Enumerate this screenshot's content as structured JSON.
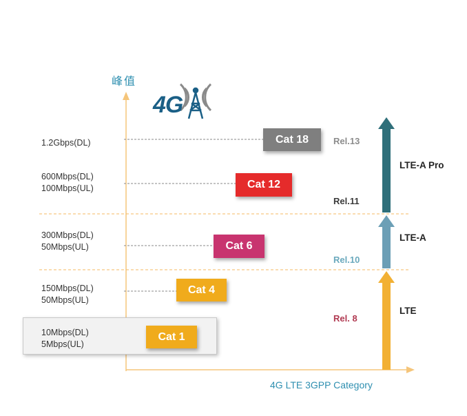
{
  "y_axis_label": "峰值",
  "x_axis_label": "4G LTE 3GPP Category",
  "logo_text": "4G",
  "highlight_box": "Cat 1",
  "categories": [
    {
      "name": "Cat 18",
      "color": "#7f7f7f",
      "rate_lines": [
        "1.2Gbps(DL)"
      ],
      "release": "Rel.13",
      "release_color": "#8c8c8c"
    },
    {
      "name": "Cat 12",
      "color": "#e52b2b",
      "rate_lines": [
        "600Mbps(DL)",
        "100Mbps(UL)"
      ],
      "release": "Rel.11",
      "release_color": "#3a3a3a"
    },
    {
      "name": "Cat 6",
      "color": "#c8346f",
      "rate_lines": [
        "300Mbps(DL)",
        "50Mbps(UL)"
      ],
      "release": "Rel.10",
      "release_color": "#6aa9bd"
    },
    {
      "name": "Cat 4",
      "color": "#f0ab1c",
      "rate_lines": [
        "150Mbps(DL)",
        "50Mbps(UL)"
      ],
      "release": "Rel. 8",
      "release_color": "#b13a52"
    },
    {
      "name": "Cat 1",
      "color": "#f0ab1c",
      "rate_lines": [
        "10Mbps(DL)",
        "5Mbps(UL)"
      ],
      "release": "",
      "release_color": ""
    }
  ],
  "bands": [
    {
      "label": "LTE-A Pro",
      "color": "#2f6f7a"
    },
    {
      "label": "LTE-A",
      "color": "#6c9fb6"
    },
    {
      "label": "LTE",
      "color": "#f2b033"
    }
  ],
  "axis_color": "#f5c57a",
  "divider_color": "#f5b860"
}
